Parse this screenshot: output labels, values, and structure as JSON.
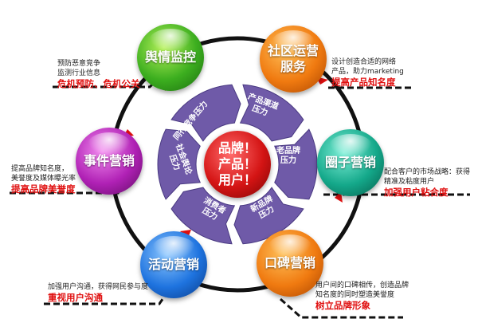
{
  "center": {
    "label": "品牌！\n产品！\n用户！"
  },
  "segments": [
    {
      "label": "产品渠道\n压力"
    },
    {
      "label": "老品牌\n压力"
    },
    {
      "label": "新品牌\n压力"
    },
    {
      "label": "消费者\n压力"
    },
    {
      "label": "社会舆论\n压力"
    },
    {
      "label": "同行竞争压力"
    }
  ],
  "nodes": [
    {
      "id": "yuqing",
      "label": "舆情监控",
      "desc": [
        "预防恶意竞争",
        "监测行业信息"
      ],
      "highlight": "危机预防、危机公关"
    },
    {
      "id": "shequ",
      "label": "社区运营\n服务",
      "desc": [
        "设计创造合适的网络",
        "产品，助力marketing"
      ],
      "highlight": "提高产品知名度"
    },
    {
      "id": "quanzi",
      "label": "圈子营销",
      "desc": [
        "配合客户的市场战略：获得",
        "精准及粘度用户"
      ],
      "highlight": "加强用户粘合度"
    },
    {
      "id": "koubei",
      "label": "口碑营销",
      "desc": [
        "用户间的口碑相传，创造品牌",
        "知名度的同时塑造美誉度"
      ],
      "highlight": "树立品牌形象"
    },
    {
      "id": "huodong",
      "label": "活动营销",
      "desc": [
        "加强用户沟通，获得网民参与度"
      ],
      "highlight": "重视用户沟通"
    },
    {
      "id": "shijian",
      "label": "事件营销",
      "desc": [
        "提高品牌知名度，",
        "美誉度及媒体曝光率"
      ],
      "highlight": "提高品牌美誉度"
    }
  ],
  "colors": {
    "ring": "#111111",
    "wheel": "#6f5aa8",
    "wheel_dark": "#4a3a82",
    "highlight": "#e01010"
  }
}
